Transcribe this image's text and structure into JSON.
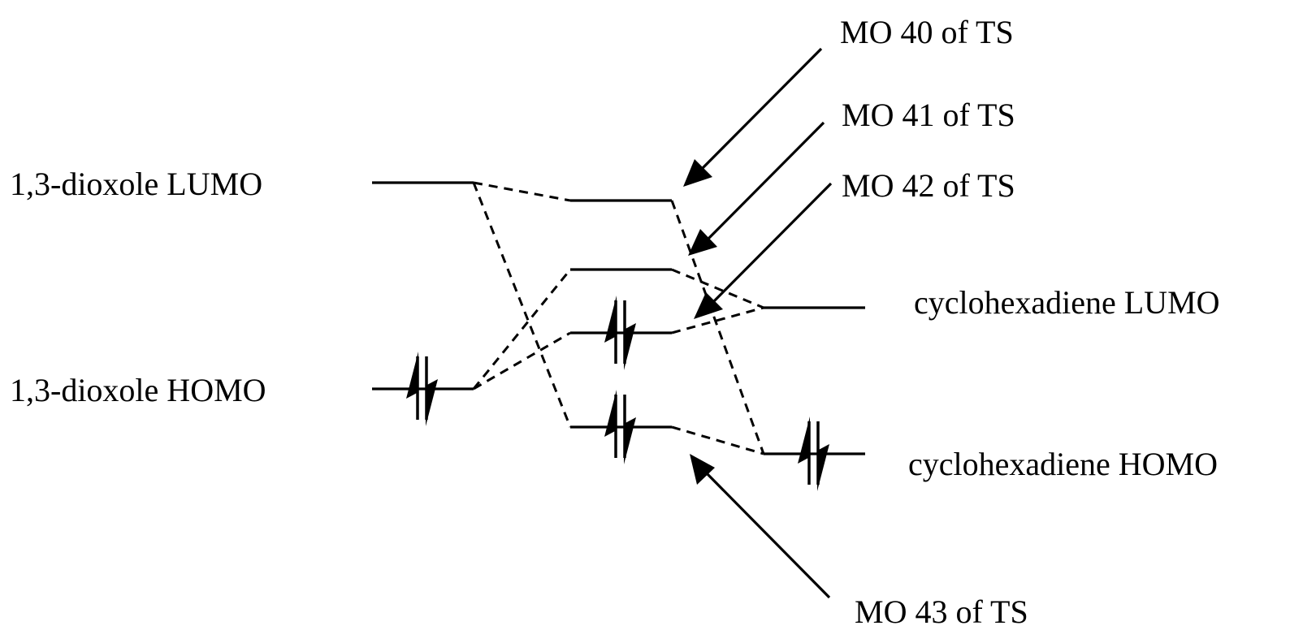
{
  "diagram": {
    "title": "Frontier orbital correlation diagram of the transition state",
    "fragments": {
      "left": {
        "lumo": {
          "label": "1,3-dioxole LUMO",
          "electrons": 0
        },
        "homo": {
          "label": "1,3-dioxole HOMO",
          "electrons": 2
        }
      },
      "right": {
        "lumo": {
          "label": "cyclohexadiene LUMO",
          "electrons": 0
        },
        "homo": {
          "label": "cyclohexadiene HOMO",
          "electrons": 2
        }
      }
    },
    "ts_orbitals": [
      {
        "id": "mo40",
        "label": "MO 40 of TS",
        "electrons": 0
      },
      {
        "id": "mo41",
        "label": "MO 41 of TS",
        "electrons": 0
      },
      {
        "id": "mo42",
        "label": "MO 42 of TS",
        "electrons": 2
      },
      {
        "id": "mo43",
        "label": "MO 43 of TS",
        "electrons": 2
      }
    ],
    "correlations": [
      {
        "from": "left.lumo",
        "to": "mo40"
      },
      {
        "from": "left.lumo",
        "to": "mo43"
      },
      {
        "from": "left.homo",
        "to": "mo41"
      },
      {
        "from": "left.homo",
        "to": "mo42"
      },
      {
        "from": "right.lumo",
        "to": "mo41"
      },
      {
        "from": "right.lumo",
        "to": "mo42"
      },
      {
        "from": "right.homo",
        "to": "mo40"
      },
      {
        "from": "right.homo",
        "to": "mo43"
      }
    ]
  }
}
